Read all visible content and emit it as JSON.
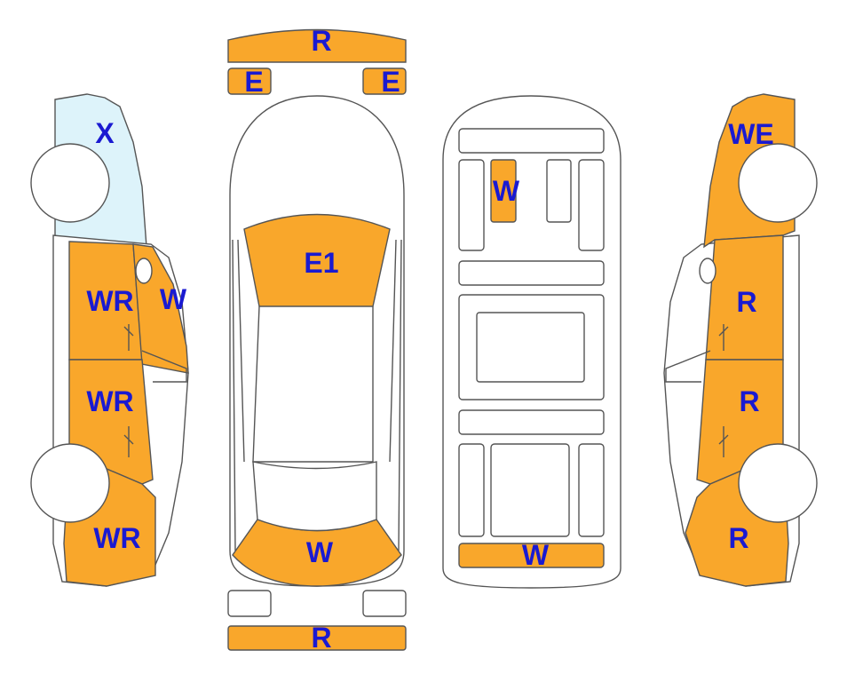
{
  "colors": {
    "damaged": "#F9A72B",
    "glass": "#DDF3FA",
    "label": "#1a1ad1",
    "outline": "#555555"
  },
  "top_view": {
    "front_bumper": "R",
    "left_mirror": "E",
    "right_mirror": "E",
    "hood": "E1",
    "trunk": "W",
    "rear_bumper": "R"
  },
  "underbody": {
    "panel_upper": "W",
    "panel_rear": "W"
  },
  "left_side": {
    "windshield": "X",
    "front_door": "WR",
    "a_pillar": "W",
    "rear_door": "WR",
    "rear_fender": "WR"
  },
  "right_side": {
    "front_fender": "WE",
    "front_door": "R",
    "rear_door": "R",
    "rear_fender": "R"
  }
}
